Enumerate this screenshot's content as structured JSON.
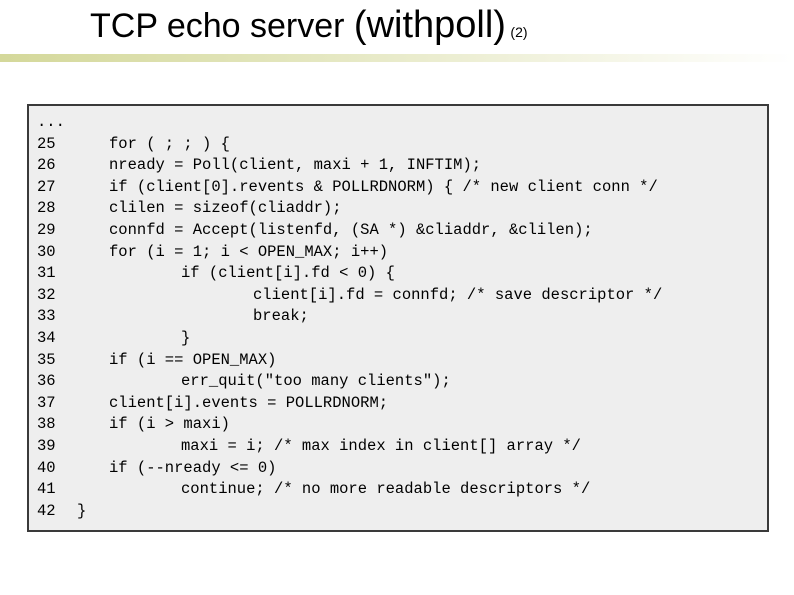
{
  "title": {
    "main": "TCP echo server ",
    "paren": "(withpoll)",
    "suffix": "(2)"
  },
  "code": {
    "lines": [
      {
        "num": "...",
        "text": "",
        "indent": 0
      },
      {
        "num": "25",
        "text": "for ( ; ; ) {",
        "indent": 1
      },
      {
        "num": "26",
        "text": "nready = Poll(client, maxi + 1, INFTIM);",
        "indent": 1
      },
      {
        "num": "27",
        "text": "if (client[0].revents & POLLRDNORM) { /* new client conn */",
        "indent": 1
      },
      {
        "num": "28",
        "text": "clilen = sizeof(cliaddr);",
        "indent": 1
      },
      {
        "num": "29",
        "text": "connfd = Accept(listenfd, (SA *) &cliaddr, &clilen);",
        "indent": 1
      },
      {
        "num": "30",
        "text": "for (i = 1; i < OPEN_MAX; i++)",
        "indent": 1
      },
      {
        "num": "31",
        "text": "if (client[i].fd < 0) {",
        "indent": 2
      },
      {
        "num": "32",
        "text": "client[i].fd = connfd; /* save descriptor */",
        "indent": 3
      },
      {
        "num": "33",
        "text": "break;",
        "indent": 3
      },
      {
        "num": "34",
        "text": "}",
        "indent": 2
      },
      {
        "num": "35",
        "text": "if (i == OPEN_MAX)",
        "indent": 1
      },
      {
        "num": "36",
        "text": "err_quit(\"too many clients\");",
        "indent": 2
      },
      {
        "num": "37",
        "text": "client[i].events = POLLRDNORM;",
        "indent": 1
      },
      {
        "num": "38",
        "text": "if (i > maxi)",
        "indent": 1
      },
      {
        "num": "39",
        "text": "maxi = i; /* max index in client[] array */",
        "indent": 2
      },
      {
        "num": "40",
        "text": "if (--nready <= 0)",
        "indent": 1
      },
      {
        "num": "41",
        "text": "continue; /* no more readable descriptors */",
        "indent": 2
      },
      {
        "num": "42",
        "text": "}",
        "indent": 0
      },
      {
        "num": "...",
        "text": "",
        "indent": 0
      }
    ]
  }
}
